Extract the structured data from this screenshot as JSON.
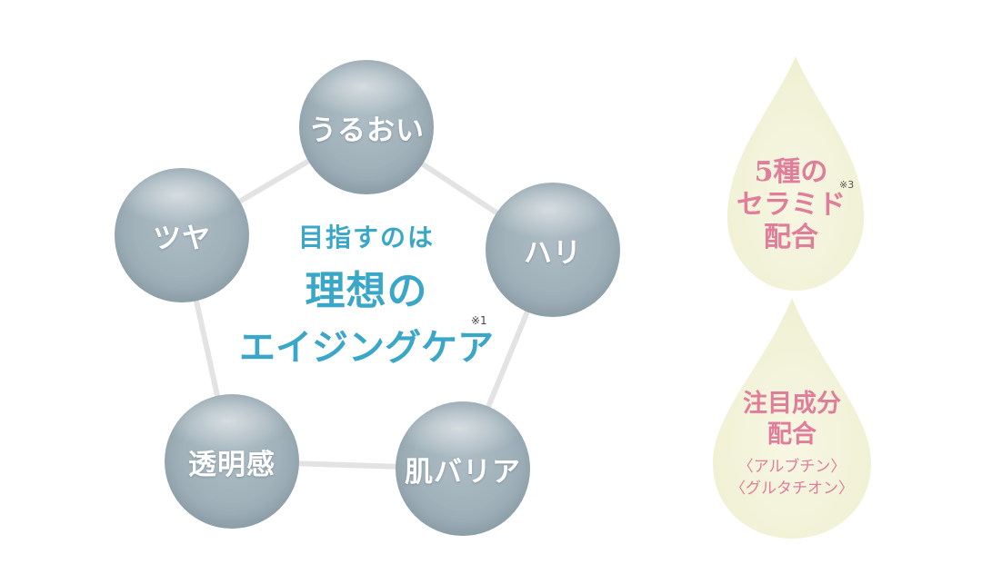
{
  "pentagon": {
    "items": [
      {
        "label": "うるおい"
      },
      {
        "label": "ハリ"
      },
      {
        "label": "肌バリア"
      },
      {
        "label": "透明感"
      },
      {
        "label": "ツヤ"
      }
    ],
    "center": {
      "line1": "目指すのは",
      "line2": "理想の",
      "line3": "エイジングケア",
      "note": "※1"
    }
  },
  "drops": [
    {
      "lines": [
        "5種の",
        "セラミド",
        "配合"
      ],
      "note": "※3"
    },
    {
      "lines": [
        "注目成分",
        "配合"
      ],
      "sub": [
        "〈アルブチン〉",
        "〈グルタチオン〉"
      ]
    }
  ],
  "colors": {
    "orb": "#9eafb8",
    "center_text": "#3aa7c9",
    "drop_fill": "#f4f4dc",
    "drop_text": "#e07d9b",
    "connector": "#e3e3e3"
  }
}
